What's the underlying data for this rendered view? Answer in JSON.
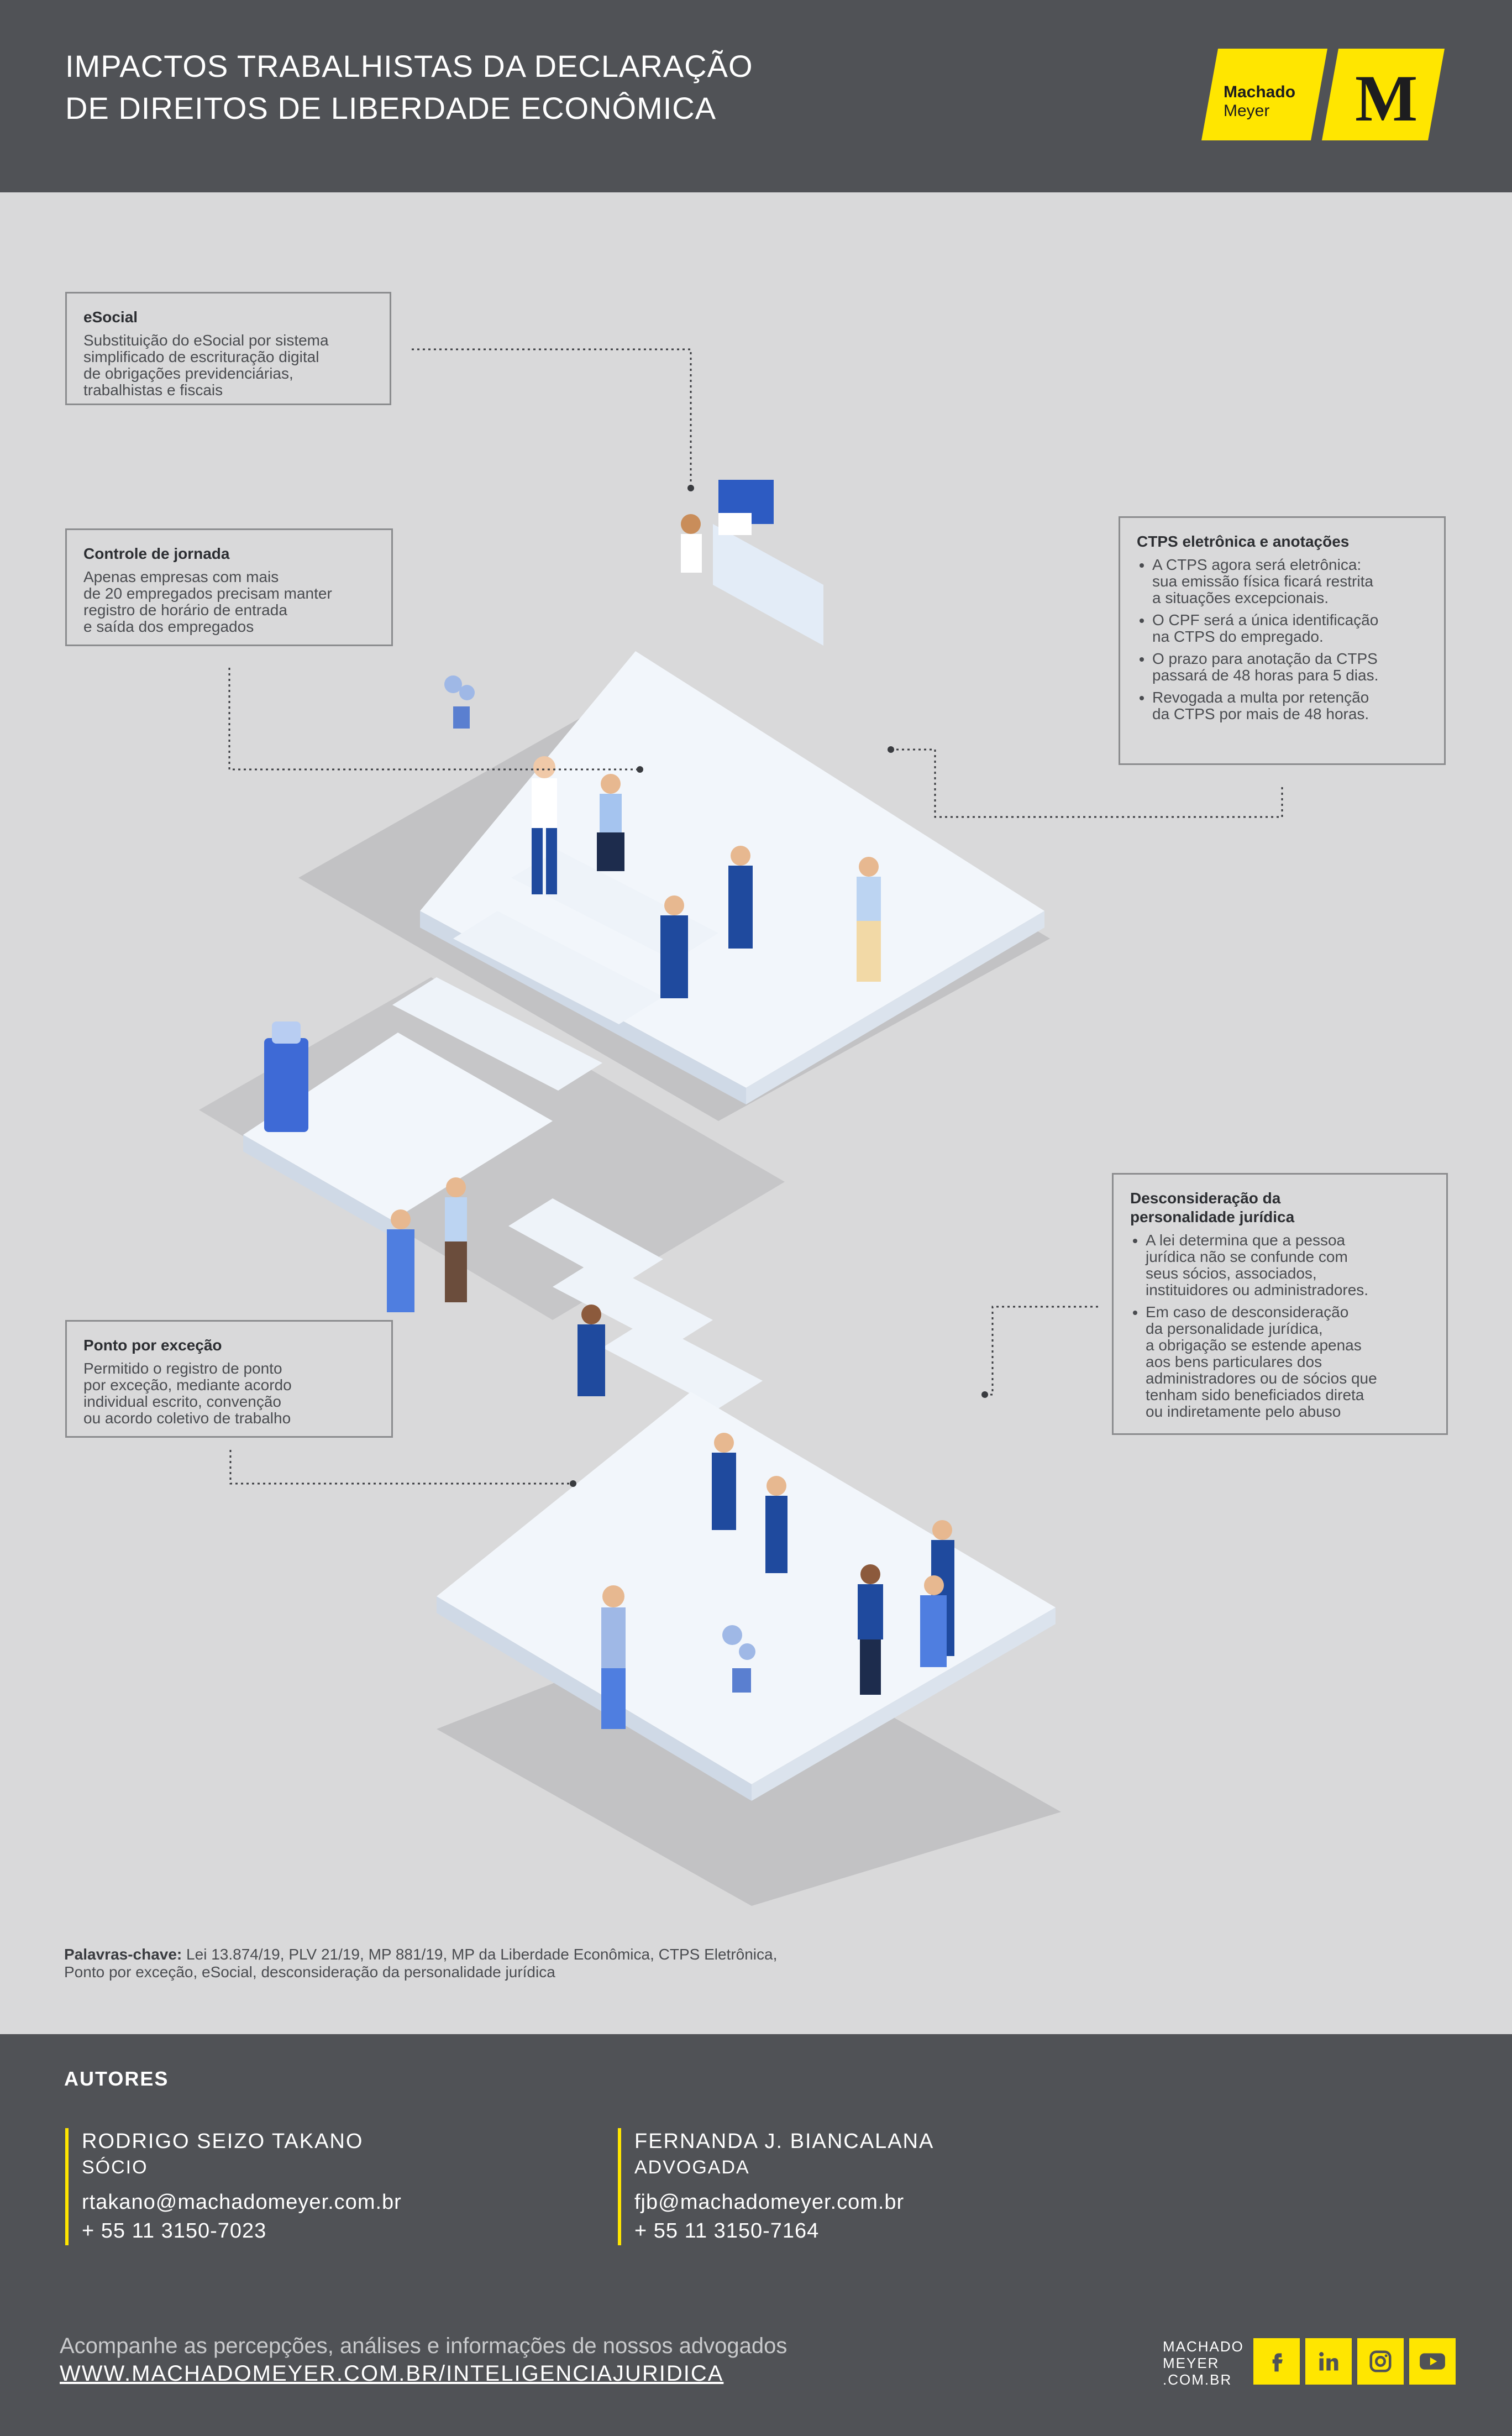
{
  "header": {
    "title_line1": "IMPACTOS TRABALHISTAS DA DECLARAÇÃO",
    "title_line2": "DE DIREITOS DE LIBERDADE ECONÔMICA",
    "logo_text_line1": "Machado",
    "logo_text_line2": "Meyer",
    "logo_mark": "M"
  },
  "boxes": {
    "esocial": {
      "title": "eSocial",
      "l1": "Substituição do eSocial por sistema",
      "l2": "simplificado de escrituração digital",
      "l3": "de obrigações previdenciárias,",
      "l4": "trabalhistas e fiscais"
    },
    "controle": {
      "title": "Controle de jornada",
      "l1": "Apenas empresas com mais",
      "l2": "de 20 empregados precisam manter",
      "l3": "registro de horário de entrada",
      "l4": "e saída dos empregados"
    },
    "ctps": {
      "title": "CTPS eletrônica e anotações",
      "b1a": "A CTPS agora será eletrônica:",
      "b1b": "sua emissão física ficará restrita",
      "b1c": "a situações excepcionais.",
      "b2a": "O CPF será a única identificação",
      "b2b": "na CTPS do empregado.",
      "b3a": "O prazo para anotação da CTPS",
      "b3b": "passará de 48 horas para 5 dias.",
      "b4a": "Revogada a multa por retenção",
      "b4b": "da CTPS por mais de 48 horas."
    },
    "desconsideracao": {
      "title1": "Desconsideração da",
      "title2": "personalidade jurídica",
      "b1a": "A lei determina que a pessoa",
      "b1b": "jurídica não se confunde com",
      "b1c": "seus sócios, associados,",
      "b1d": "instituidores ou administradores.",
      "b2a": "Em caso de desconsideração",
      "b2b": "da personalidade jurídica,",
      "b2c": "a obrigação se estende apenas",
      "b2d": "aos bens particulares dos",
      "b2e": "administradores ou de sócios que",
      "b2f": "tenham sido beneficiados direta",
      "b2g": "ou indiretamente pelo abuso"
    },
    "ponto": {
      "title": "Ponto por exceção",
      "l1": "Permitido o registro de ponto",
      "l2": "por exceção, mediante acordo",
      "l3": "individual escrito, convenção",
      "l4": "ou acordo coletivo de trabalho"
    }
  },
  "keywords": {
    "label": "Palavras-chave:",
    "line1": "Lei 13.874/19, PLV 21/19, MP 881/19, MP da Liberdade Econômica, CTPS Eletrônica,",
    "line2": "Ponto por exceção, eSocial, desconsideração da personalidade jurídica"
  },
  "footer": {
    "autores": "AUTORES",
    "author1": {
      "name": "RODRIGO SEIZO TAKANO",
      "role": "SÓCIO",
      "email": "rtakano@machadomeyer.com.br",
      "phone": "+ 55 11 3150-7023"
    },
    "author2": {
      "name": "FERNANDA J. BIANCALANA",
      "role": "ADVOGADA",
      "email": "fjb@machadomeyer.com.br",
      "phone": "+ 55 11 3150-7164"
    },
    "follow": "Acompanhe as percepções, análises e informações de nossos advogados",
    "site": "WWW.MACHADOMEYER.COM.BR/INTELIGENCIAJURIDICA",
    "mm1": "MACHADO",
    "mm2": "MEYER",
    "mm3": ".COM.BR"
  },
  "colors": {
    "header_bg": "#505256",
    "accent": "#ffe600",
    "canvas": "#d9d9da",
    "platform": "#e8f0fa",
    "figure_blue": "#1f4a9e"
  },
  "icons": [
    "facebook-icon",
    "linkedin-icon",
    "instagram-icon",
    "youtube-icon"
  ]
}
